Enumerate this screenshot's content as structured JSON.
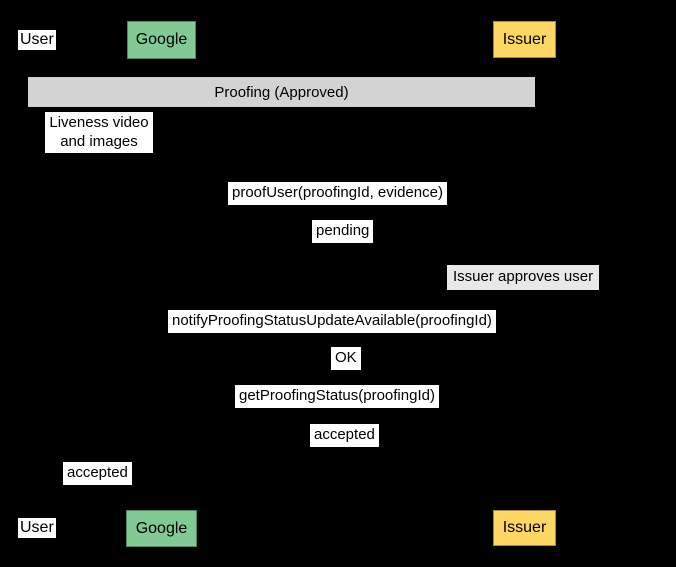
{
  "colors": {
    "background": "#000000",
    "text": "#000000",
    "user_bg": "#ffffff",
    "google_bg": "#81c995",
    "issuer_bg": "#fdd663",
    "banner_bg": "#d3d3d3",
    "note_bg": "#e8e8e8",
    "message_bg": "#ffffff"
  },
  "actors": {
    "user": "User",
    "google": "Google",
    "issuer": "Issuer"
  },
  "banner": {
    "label": "Proofing (Approved)"
  },
  "messages": [
    {
      "label": "Liveness video\nand images"
    },
    {
      "label": "proofUser(proofingId, evidence)"
    },
    {
      "label": "pending"
    },
    {
      "label": "Issuer approves user"
    },
    {
      "label": "notifyProofingStatusUpdateAvailable(proofingId)"
    },
    {
      "label": "OK"
    },
    {
      "label": "getProofingStatus(proofingId)"
    },
    {
      "label": "accepted"
    },
    {
      "label": "accepted"
    }
  ]
}
